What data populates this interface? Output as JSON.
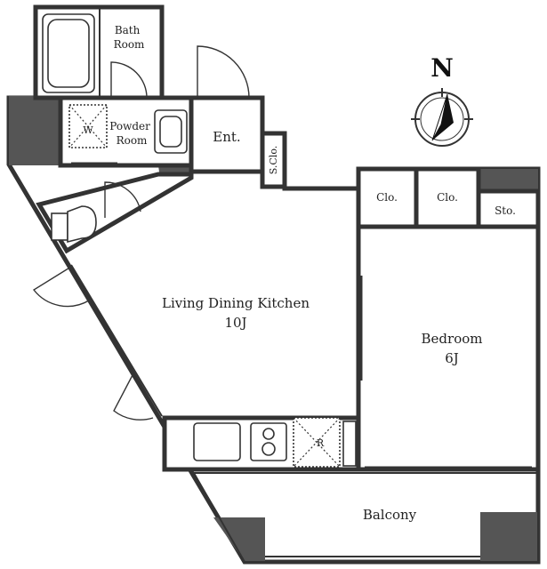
{
  "rooms": {
    "bath_room": "Bath\nRoom",
    "powder_room": "Powder\nRoom",
    "washer": "W",
    "entrance": "Ent.",
    "shoe_closet": "S.Clo.",
    "living_dining_kitchen": "Living Dining Kitchen",
    "ldk_size": "10J",
    "bedroom": "Bedroom",
    "bedroom_size": "6J",
    "closet_1": "Clo.",
    "closet_2": "Clo.",
    "storage": "Sto.",
    "refrigerator": "R",
    "balcony": "Balcony"
  },
  "compass": {
    "north_label": "N"
  },
  "colors": {
    "wall": "#333333",
    "hatch": "#555555",
    "background": "#ffffff"
  }
}
